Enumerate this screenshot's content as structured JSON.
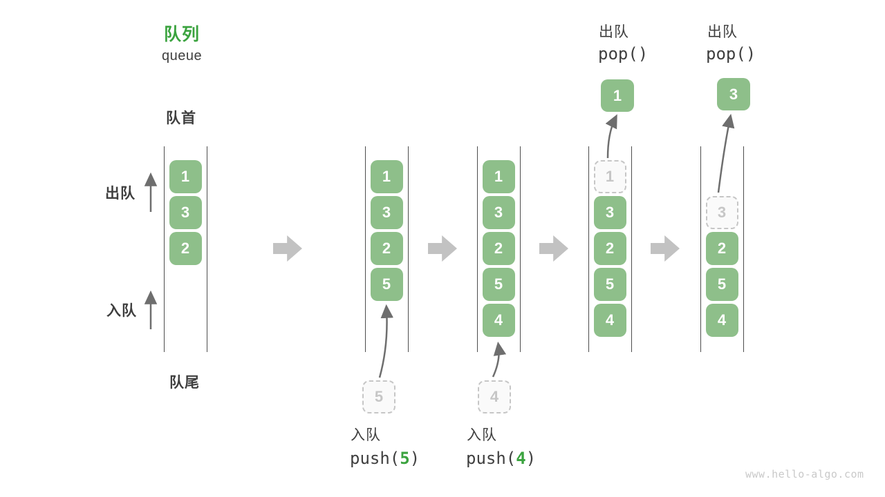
{
  "title": {
    "zh": "队列",
    "en": "queue"
  },
  "labels": {
    "front": "队首",
    "rear": "队尾",
    "dequeue_side": "出队",
    "enqueue_side": "入队"
  },
  "ops": {
    "push5": {
      "label": "入队",
      "code_fn": "push(",
      "arg": "5",
      "code_close": ")",
      "staged_value": "5"
    },
    "push4": {
      "label": "入队",
      "code_fn": "push(",
      "arg": "4",
      "code_close": ")",
      "staged_value": "4"
    },
    "pop1": {
      "label": "出队",
      "code": "pop()",
      "popped_value": "1"
    },
    "pop2": {
      "label": "出队",
      "code": "pop()",
      "popped_value": "3"
    }
  },
  "columns": [
    {
      "state": "initial",
      "items": [
        {
          "type": "solid",
          "value": "1"
        },
        {
          "type": "solid",
          "value": "3"
        },
        {
          "type": "solid",
          "value": "2"
        }
      ]
    },
    {
      "state": "after-push-5",
      "items": [
        {
          "type": "solid",
          "value": "1"
        },
        {
          "type": "solid",
          "value": "3"
        },
        {
          "type": "solid",
          "value": "2"
        },
        {
          "type": "solid",
          "value": "5"
        }
      ]
    },
    {
      "state": "after-push-4",
      "items": [
        {
          "type": "solid",
          "value": "1"
        },
        {
          "type": "solid",
          "value": "3"
        },
        {
          "type": "solid",
          "value": "2"
        },
        {
          "type": "solid",
          "value": "5"
        },
        {
          "type": "solid",
          "value": "4"
        }
      ]
    },
    {
      "state": "after-pop-1",
      "items": [
        {
          "type": "dashed",
          "value": "1"
        },
        {
          "type": "solid",
          "value": "3"
        },
        {
          "type": "solid",
          "value": "2"
        },
        {
          "type": "solid",
          "value": "5"
        },
        {
          "type": "solid",
          "value": "4"
        }
      ]
    },
    {
      "state": "after-pop-3",
      "items": [
        {
          "type": "empty",
          "value": ""
        },
        {
          "type": "dashed",
          "value": "3"
        },
        {
          "type": "solid",
          "value": "2"
        },
        {
          "type": "solid",
          "value": "5"
        },
        {
          "type": "solid",
          "value": "4"
        }
      ]
    }
  ],
  "colors": {
    "accent_green": "#3BA33F",
    "box_green": "#8EBF8A",
    "text_dark": "#3F3F3F",
    "ghost_gray": "#C6C6C6",
    "arrow_gray": "#6E6E6E",
    "step_arrow_gray": "#C2C2C2",
    "wall_gray": "#4D4D4D",
    "watermark_gray": "#C9C9C9"
  },
  "watermark": "www.hello-algo.com"
}
